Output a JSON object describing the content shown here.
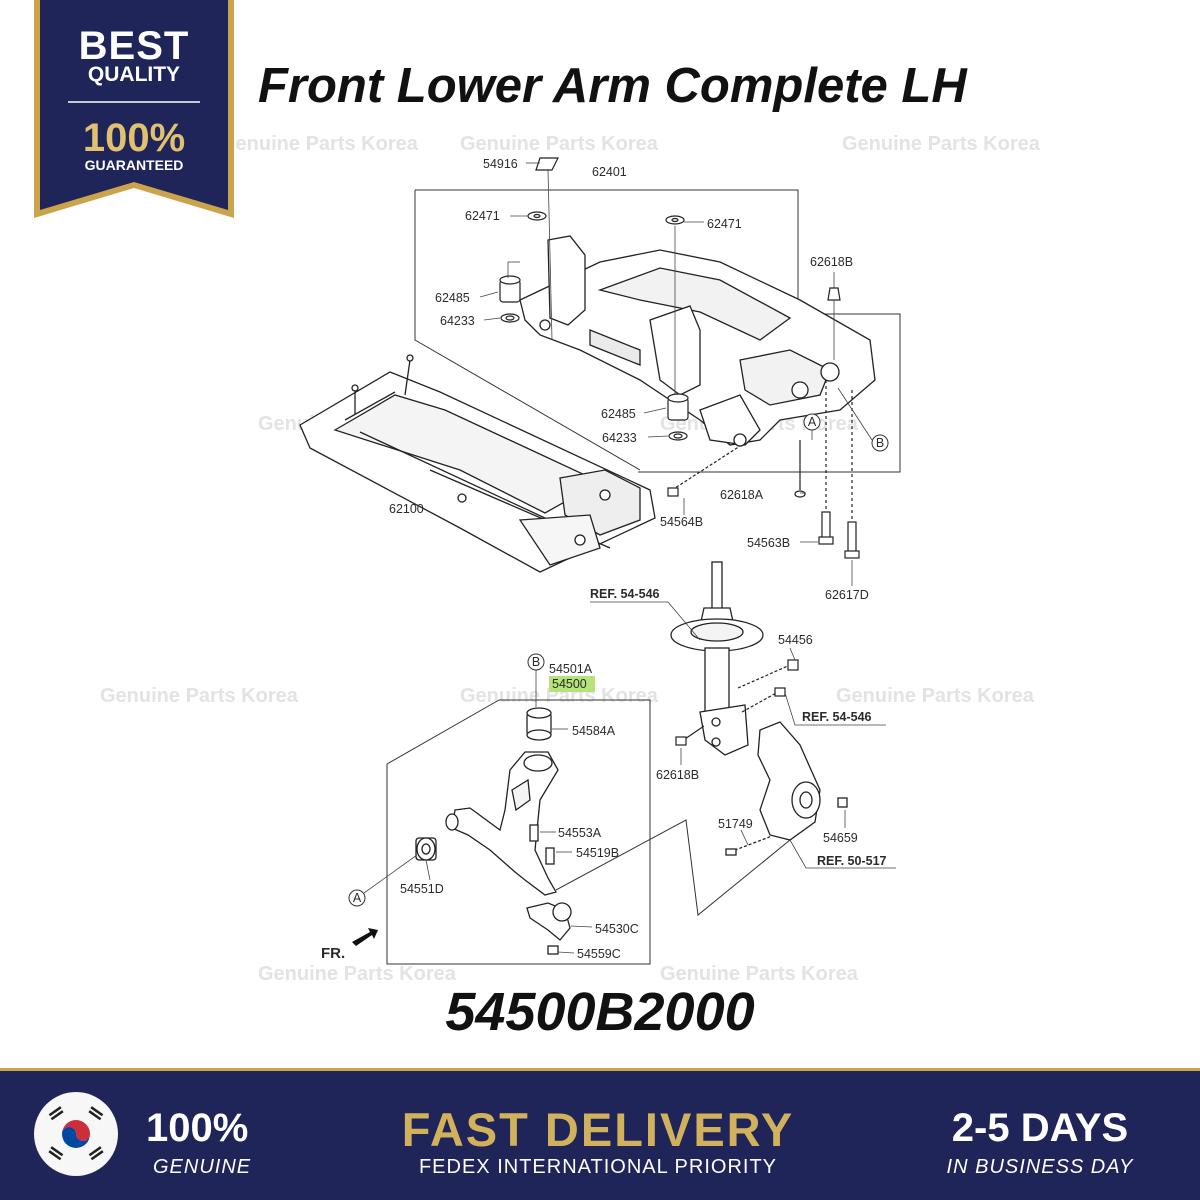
{
  "badge": {
    "line1": "BEST",
    "line2": "QUALITY",
    "percent": "100%",
    "guarantee": "GUARANTEED"
  },
  "title": "Front Lower Arm Complete LH",
  "watermark": "Genuine Parts Korea",
  "diagram": {
    "labels": {
      "p54916": "54916",
      "p62401": "62401",
      "p62471a": "62471",
      "p62471b": "62471",
      "p62485a": "62485",
      "p64233a": "64233",
      "p62618B_top": "62618B",
      "p62485b": "62485",
      "p64233b": "64233",
      "p62618A": "62618A",
      "p54564B": "54564B",
      "p62100": "62100",
      "p54563B": "54563B",
      "p62617D": "62617D",
      "ref54546a": "REF. 54-546",
      "p54456": "54456",
      "ref54546b": "REF. 54-546",
      "p62618B_mid": "62618B",
      "p54501A": "54501A",
      "p54500": "54500",
      "p54584A": "54584A",
      "p54553A": "54553A",
      "p54519B": "54519B",
      "p54551D": "54551D",
      "p54530C": "54530C",
      "p54559C": "54559C",
      "p51749": "51749",
      "p54659": "54659",
      "ref50517": "REF. 50-517",
      "callout_a": "A",
      "callout_b": "B",
      "fr": "FR."
    }
  },
  "part_number": "54500B2000",
  "footer": {
    "genuine_pct": "100%",
    "genuine_label": "GENUINE",
    "fast_delivery": "FAST DELIVERY",
    "shipping": "FEDEX INTERNATIONAL PRIORITY",
    "days": "2-5 DAYS",
    "days_label": "IN BUSINESS DAY"
  },
  "colors": {
    "navy": "#1f2459",
    "gold": "#c9a44b",
    "highlight": "#b5e27a"
  }
}
